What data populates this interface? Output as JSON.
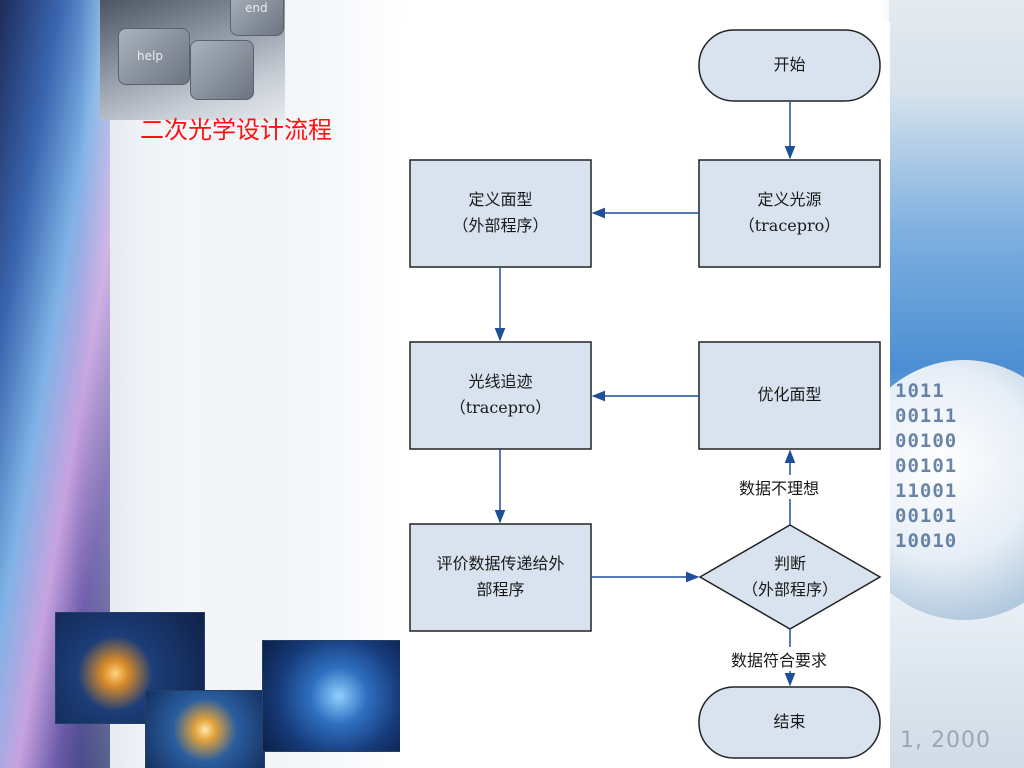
{
  "slide": {
    "title": "二次光学设计流程",
    "background_keys": [
      "help",
      "end"
    ],
    "background_text": "1, 2000",
    "accent_color": "#ff1010"
  },
  "flowchart": {
    "fill_color": "#d8e3ef",
    "line_color": "#1f4f99",
    "nodes": {
      "start": "开始",
      "define_source": {
        "line1": "定义光源",
        "line2": "（tracepro）"
      },
      "define_surface": {
        "line1": "定义面型",
        "line2": "（外部程序）"
      },
      "trace": {
        "line1": "光线追迹",
        "line2": "（tracepro）"
      },
      "optimize": "优化面型",
      "evaluate": {
        "line1": "评价数据传递给外",
        "line2": "部程序"
      },
      "judge": {
        "line1": "判断",
        "line2": "（外部程序）"
      },
      "end": "结束"
    },
    "edge_labels": {
      "not_ideal": "数据不理想",
      "meets_requirements": "数据符合要求"
    }
  }
}
